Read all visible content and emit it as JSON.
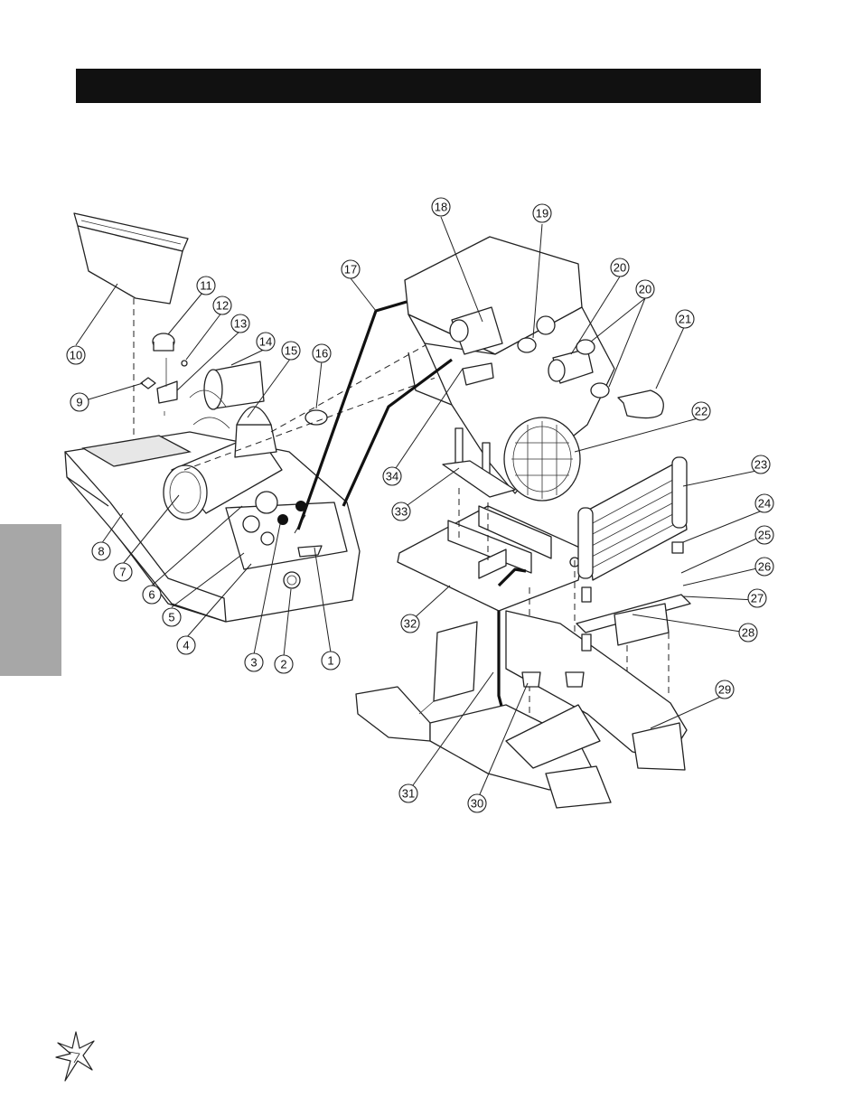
{
  "figure": {
    "callouts": [
      "1",
      "2",
      "3",
      "4",
      "5",
      "6",
      "7",
      "8",
      "9",
      "10",
      "11",
      "12",
      "13",
      "14",
      "15",
      "16",
      "17",
      "18",
      "19",
      "20",
      "20",
      "21",
      "22",
      "23",
      "24",
      "25",
      "26",
      "27",
      "28",
      "29",
      "30",
      "31",
      "32",
      "33",
      "34"
    ]
  },
  "icons": {
    "logo": "starburst-logo-icon"
  },
  "colors": {
    "title_bar": "#111111",
    "side_tab": "#a7a7a7",
    "line": "#222222"
  }
}
